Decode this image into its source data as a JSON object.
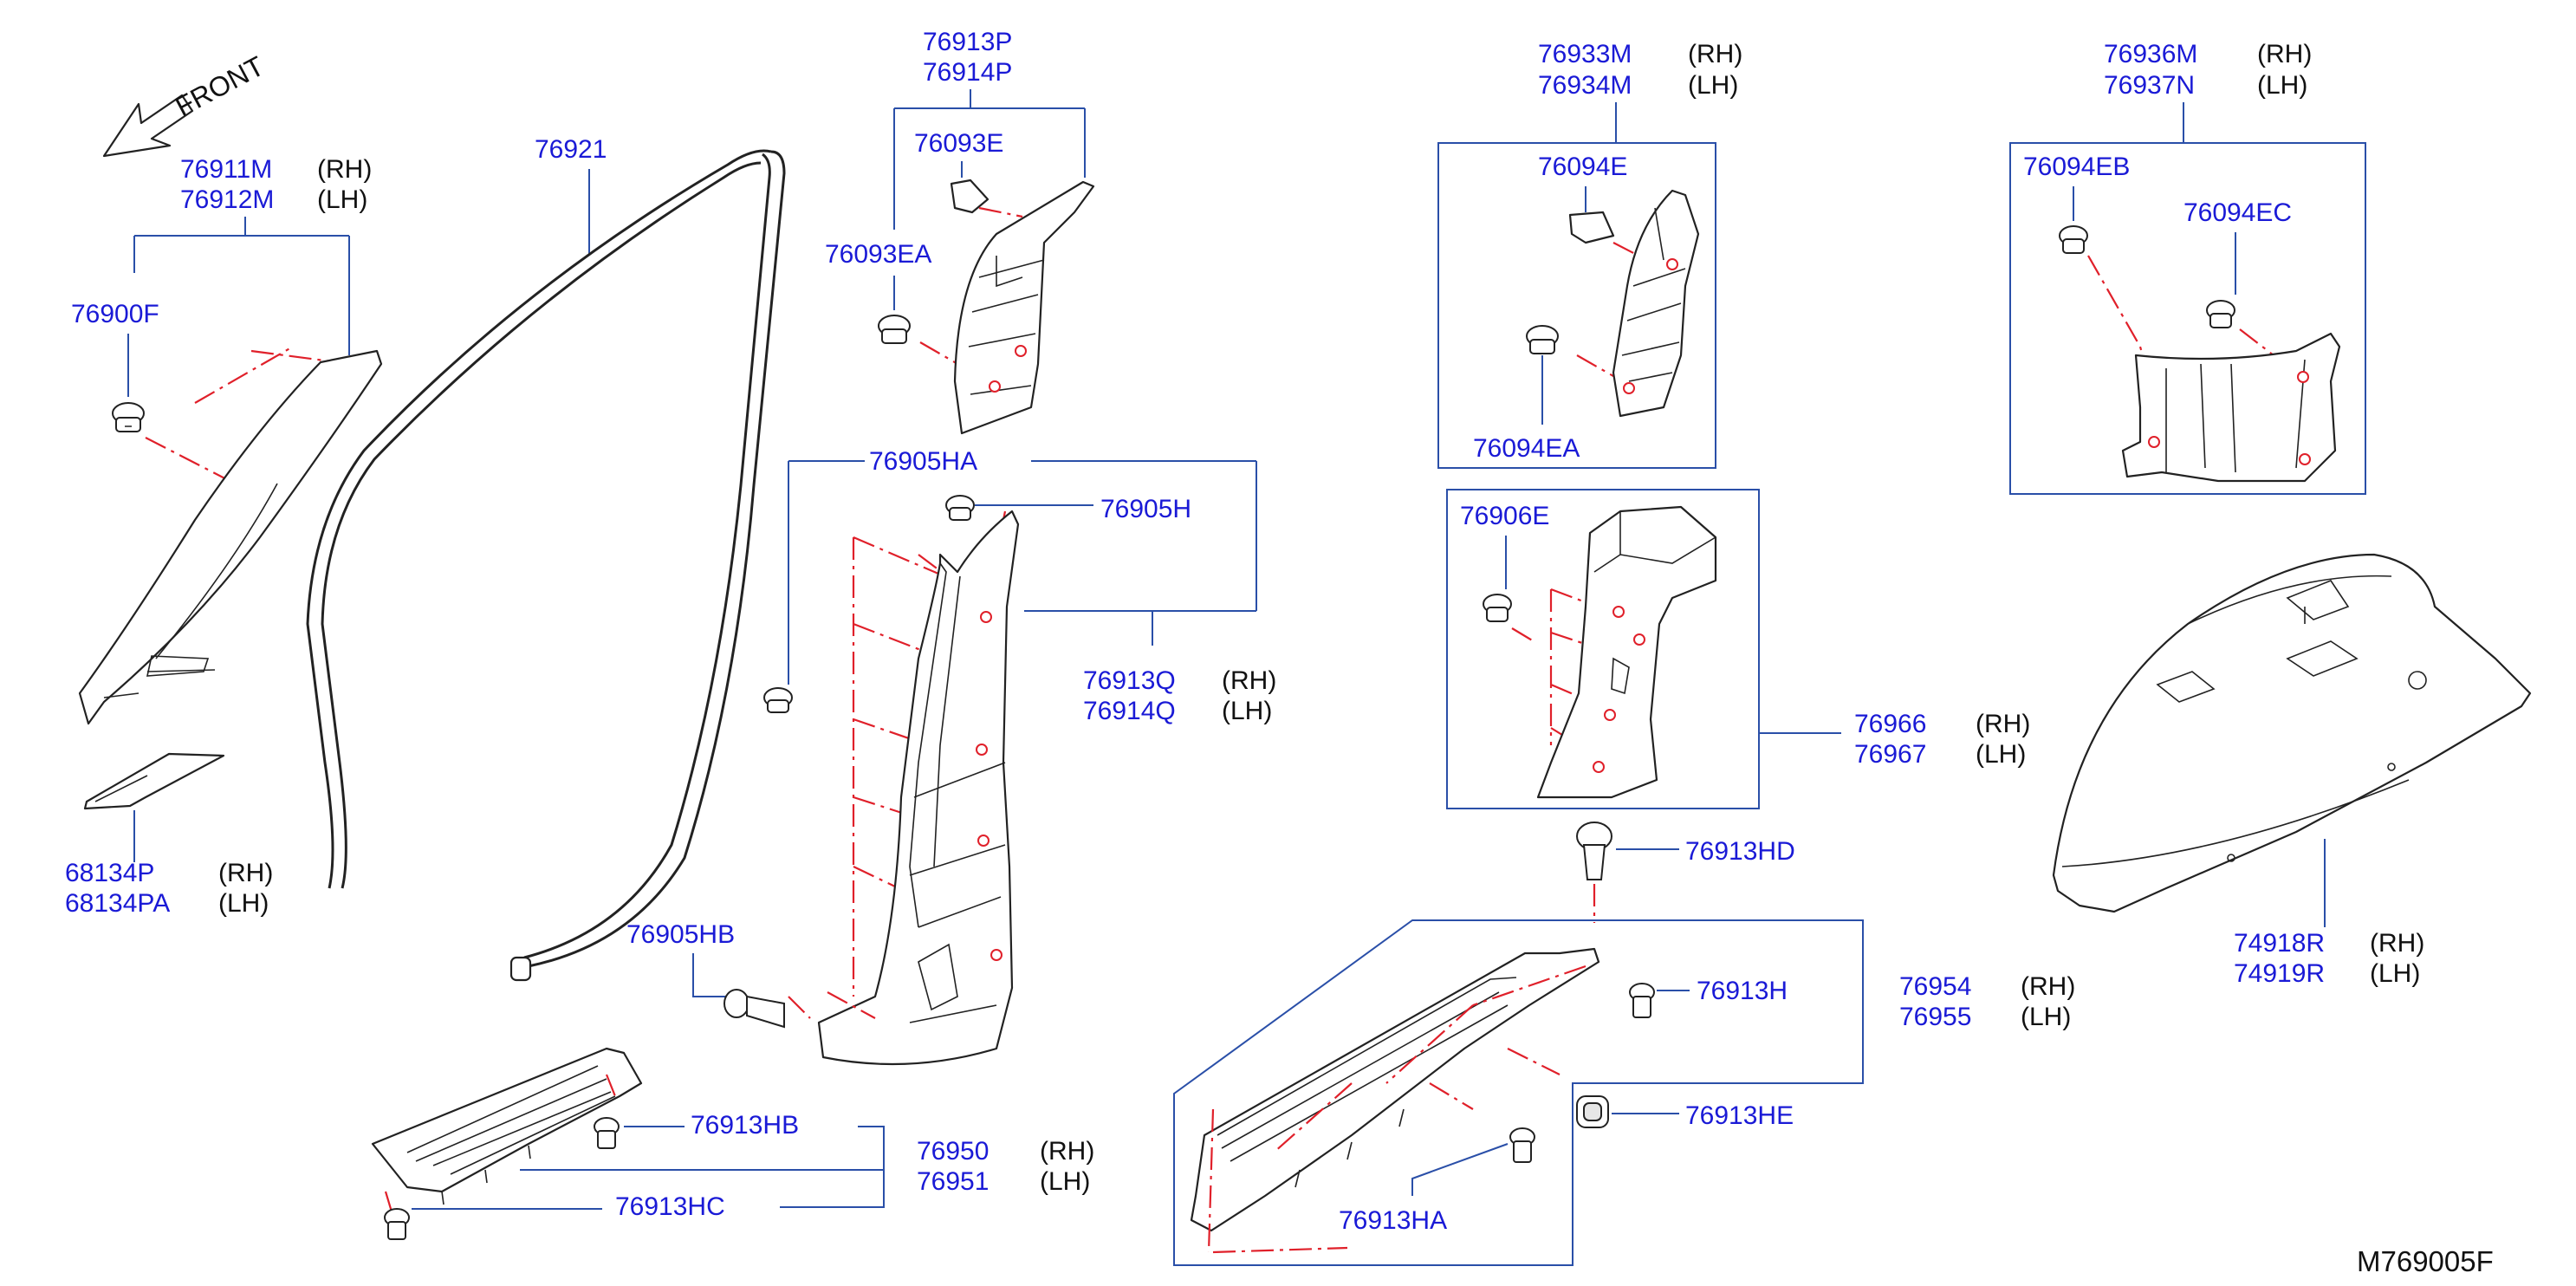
{
  "front_label": "FRONT",
  "reference": "M769005F",
  "labels": {
    "p76911M": "76911M",
    "p76912M": "76912M",
    "p76900F": "76900F",
    "p68134P": "68134P",
    "p68134PA": "68134PA",
    "p76921": "76921",
    "p76913P": "76913P",
    "p76914P": "76914P",
    "p76093E": "76093E",
    "p76093EA": "76093EA",
    "p76905HA": "76905HA",
    "p76905H": "76905H",
    "p76913Q": "76913Q",
    "p76914Q": "76914Q",
    "p76905HB": "76905HB",
    "p76913HB": "76913HB",
    "p76913HC": "76913HC",
    "p76950": "76950",
    "p76951": "76951",
    "p76933M": "76933M",
    "p76934M": "76934M",
    "p76094E": "76094E",
    "p76094EA": "76094EA",
    "p76936M": "76936M",
    "p76937N": "76937N",
    "p76094EB": "76094EB",
    "p76094EC": "76094EC",
    "p76906E": "76906E",
    "p76966": "76966",
    "p76967": "76967",
    "p76913HD": "76913HD",
    "p76913H": "76913H",
    "p76954": "76954",
    "p76955": "76955",
    "p76913HE": "76913HE",
    "p76913HA": "76913HA",
    "p74918R": "74918R",
    "p74919R": "74919R"
  },
  "side": {
    "rh": "(RH)",
    "lh": "(LH)"
  },
  "icons": {
    "front_arrow": "front-arrow-icon",
    "clip": "push-clip-icon"
  },
  "colors": {
    "part_number": "#1a1ad6",
    "leader_line": "#2a4fa8",
    "fastener_path": "#e0202a",
    "part_outline": "#222222"
  }
}
